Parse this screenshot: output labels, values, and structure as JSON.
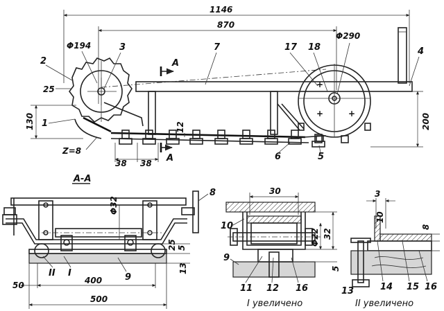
{
  "dimensions": {
    "total_length": "1146",
    "frame_length": "870",
    "sprocket_dia": "Φ194",
    "wheel_dia": "Φ290",
    "height_130": "130",
    "height_200": "200",
    "offset_25": "25",
    "pitch_a": "38",
    "pitch_b": "38",
    "plate_12": "12",
    "teeth": "Z=8",
    "shaft_dia": "Φ32",
    "v_25": "25",
    "v_5a": "5",
    "v_13": "13",
    "w_50": "50",
    "w_400": "400",
    "w_500": "500",
    "d_30": "30",
    "d_22": "Φ22",
    "d_32": "32",
    "d_5b": "5",
    "d_3": "3",
    "d_10": "10",
    "d_8": "8"
  },
  "labels": {
    "p1": "1",
    "p2": "2",
    "p3": "3",
    "p4": "4",
    "p5": "5",
    "p6": "6",
    "p7": "7",
    "p8": "8",
    "p9a": "9",
    "p9b": "9",
    "p10": "10",
    "p11": "11",
    "p12": "12",
    "p13": "13",
    "p14": "14",
    "p15": "15",
    "p16a": "16",
    "p16b": "16",
    "p17": "17",
    "p18": "18",
    "sec_a1": "A",
    "sec_a2": "A",
    "sec_aa": "A-A",
    "roman_1": "I",
    "roman_2": "II"
  },
  "captions": {
    "detail_1": "I увеличено",
    "detail_2": "II увеличено"
  }
}
